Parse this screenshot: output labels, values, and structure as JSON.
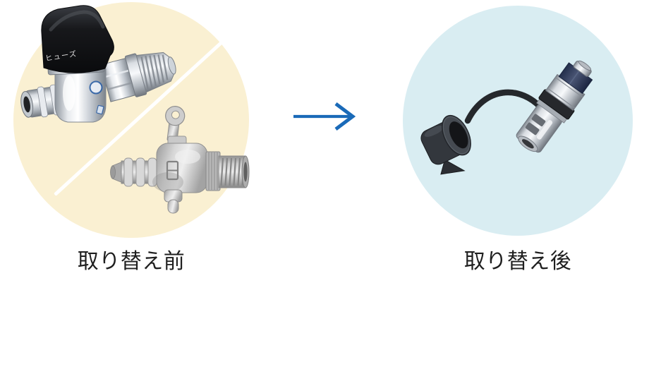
{
  "page": {
    "background_color": "#FFFFFF",
    "text_color": "#1F1F1F",
    "divider_color": "#FFFFFF"
  },
  "before": {
    "label": "取り替え前",
    "circle_color": "#FAF0D2",
    "photos": [
      "fuse-gas-cock",
      "hose-end-gas-cock"
    ],
    "fuse_cock_handle_label": "ヒューズ"
  },
  "arrow": {
    "direction": "right",
    "color": "#1A6AB8"
  },
  "after": {
    "label": "取り替え後",
    "circle_color": "#D9EDF2",
    "photos": [
      "gas-outlet-socket-with-rubber-cap"
    ]
  }
}
